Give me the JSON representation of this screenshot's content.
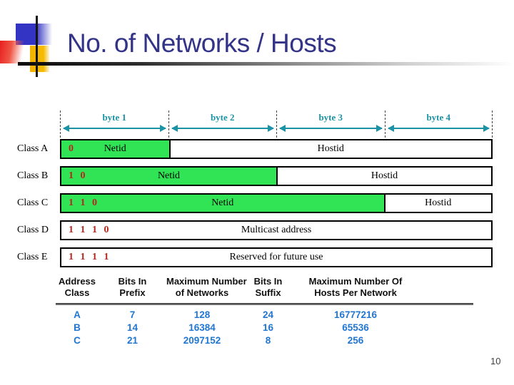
{
  "slide": {
    "title": "No. of Networks / Hosts",
    "page_number": "10"
  },
  "diagram": {
    "byte_labels": [
      "byte 1",
      "byte 2",
      "byte 3",
      "byte 4"
    ],
    "rows": [
      {
        "class_label": "Class A",
        "bits": "0",
        "netid": "Netid",
        "hostid": "Hostid"
      },
      {
        "class_label": "Class B",
        "bits": "1 0",
        "netid": "Netid",
        "hostid": "Hostid"
      },
      {
        "class_label": "Class C",
        "bits": "1 1 0",
        "netid": "Netid",
        "hostid": "Hostid"
      },
      {
        "class_label": "Class D",
        "bits": "1 1 1 0",
        "content": "Multicast address"
      },
      {
        "class_label": "Class E",
        "bits": "1 1 1 1",
        "content": "Reserved for future use"
      }
    ]
  },
  "table": {
    "headers": [
      {
        "line1": "Address",
        "line2": "Class"
      },
      {
        "line1": "Bits In",
        "line2": "Prefix"
      },
      {
        "line1": "Maximum Number",
        "line2": "of Networks"
      },
      {
        "line1": "Bits In",
        "line2": "Suffix"
      },
      {
        "line1": "Maximum Number Of",
        "line2": "Hosts Per Network"
      }
    ],
    "rows": [
      [
        "A",
        "7",
        "128",
        "24",
        "16777216"
      ],
      [
        "B",
        "14",
        "16384",
        "16",
        "65536"
      ],
      [
        "C",
        "21",
        "2097152",
        "8",
        "256"
      ]
    ]
  },
  "colors": {
    "title_navy": "#333388",
    "netid_green": "#31e455",
    "byte_teal": "#1b93a5",
    "bits_red": "#b3271d",
    "table_blue": "#2176d2"
  }
}
